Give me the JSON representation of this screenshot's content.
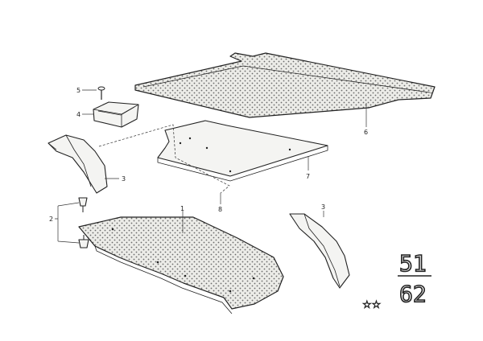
{
  "callouts": {
    "c5": "5",
    "c4": "4",
    "c6": "6",
    "c3_left": "3",
    "c7": "7",
    "c8": "8",
    "c1": "1",
    "c2": "2",
    "c3_right": "3"
  },
  "group_code": {
    "top": "51",
    "bottom": "62"
  },
  "stars": "☆☆",
  "colors": {
    "line": "#222222",
    "background": "#ffffff",
    "mat_fill": "#e9e9e6"
  }
}
